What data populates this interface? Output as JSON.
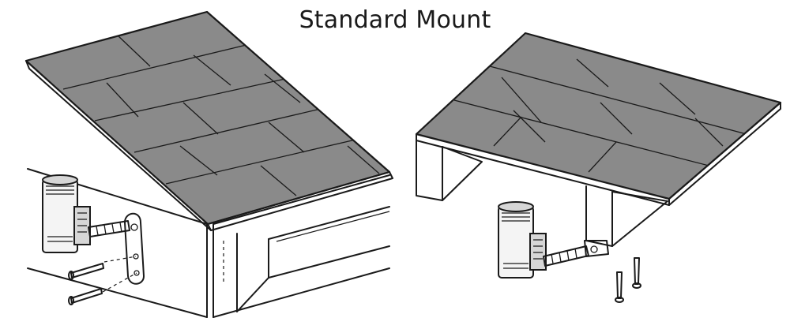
{
  "title": "Standard Mount",
  "colors": {
    "shingle": "#8a8a8a",
    "outline": "#1a1a1a",
    "background": "#ffffff",
    "light_fill": "#f4f4f4",
    "mid_fill": "#d6d6d6"
  },
  "illustrations": [
    {
      "name": "fascia-mount",
      "parts": [
        "shingle-roof",
        "fascia-board",
        "rain-sensor",
        "mounting-bracket",
        "mounting-screws"
      ]
    },
    {
      "name": "eave-mount",
      "parts": [
        "shingle-roof",
        "rafter-block",
        "rain-sensor",
        "mounting-bracket",
        "mounting-screws"
      ]
    }
  ]
}
